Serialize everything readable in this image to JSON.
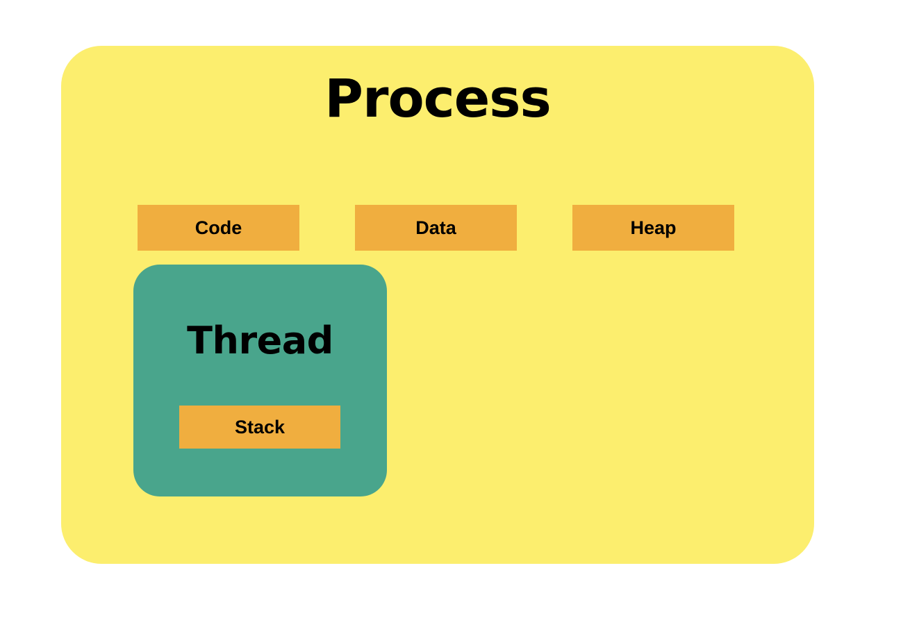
{
  "diagram": {
    "title": "Process",
    "colors": {
      "background": "#ffffff",
      "process_fill": "#fcee6e",
      "segment_fill": "#f0ae3f",
      "thread_fill": "#49a58c",
      "text": "#000000"
    },
    "process": {
      "label": "Process",
      "segments": [
        {
          "label": "Code"
        },
        {
          "label": "Data"
        },
        {
          "label": "Heap"
        }
      ],
      "thread": {
        "label": "Thread",
        "stack": {
          "label": "Stack"
        }
      }
    }
  }
}
